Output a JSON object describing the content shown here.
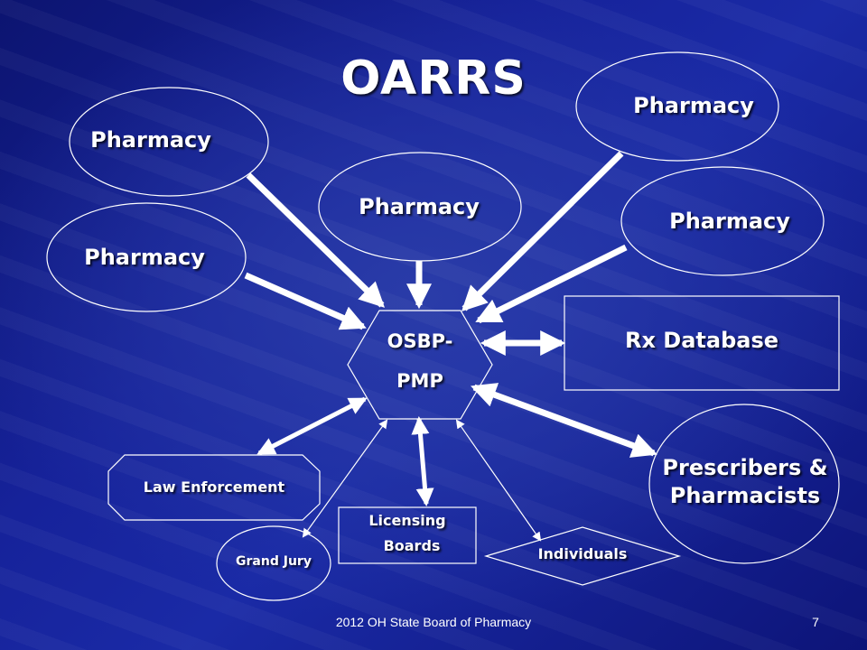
{
  "title": "OARRS",
  "hub": {
    "line1": "OSBP-",
    "line2": "PMP"
  },
  "pharmacies": [
    "Pharmacy",
    "Pharmacy",
    "Pharmacy",
    "Pharmacy",
    "Pharmacy"
  ],
  "rx_database": "Rx Database",
  "prescribers": {
    "line1": "Prescribers &",
    "line2": "Pharmacists"
  },
  "law_enforcement": "Law Enforcement",
  "grand_jury": "Grand Jury",
  "licensing": {
    "line1": "Licensing",
    "line2": "Boards"
  },
  "individuals": "Individuals",
  "footer": {
    "text": "2012 OH State Board of Pharmacy",
    "page": "7"
  }
}
